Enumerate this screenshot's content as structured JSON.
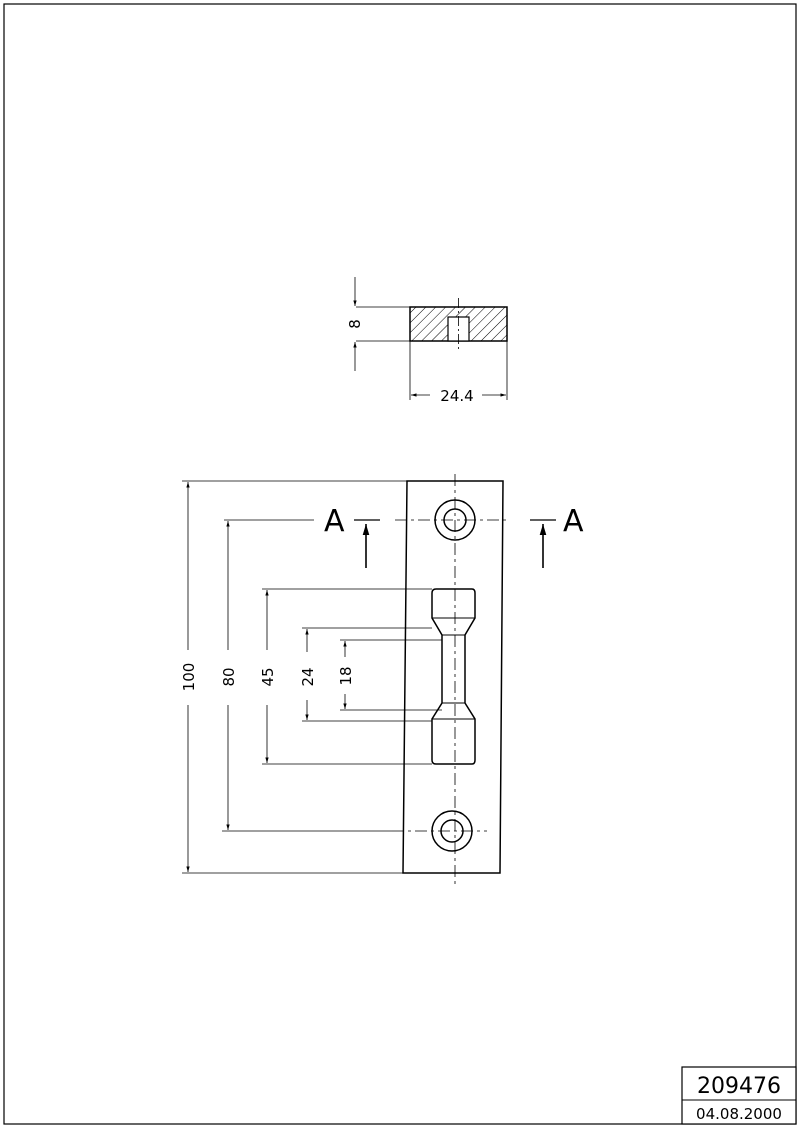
{
  "section_view": {
    "height_dim": "8",
    "width_dim": "24.4"
  },
  "front_view": {
    "section_marker_left": "A",
    "section_marker_right": "A",
    "dims": {
      "overall_length": "100",
      "hole_spacing": "80",
      "slot_length": "45",
      "slot_inner": "24",
      "slot_narrow": "18"
    }
  },
  "title_block": {
    "drawing_number": "209476",
    "date": "04.08.2000"
  }
}
